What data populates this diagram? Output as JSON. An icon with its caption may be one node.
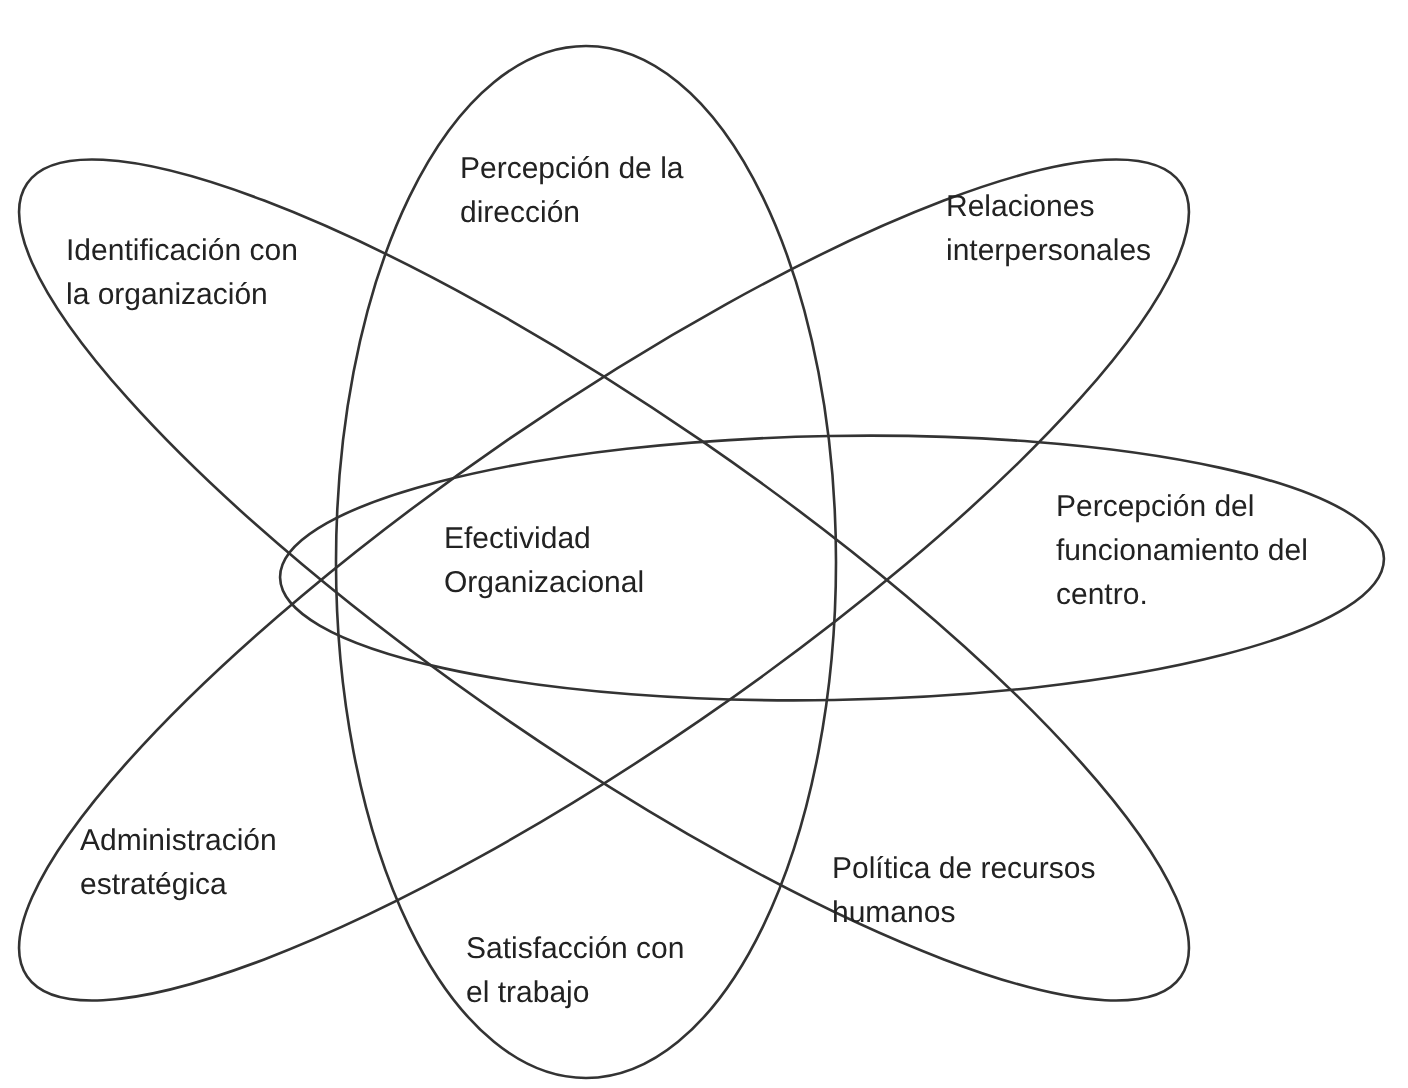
{
  "diagram": {
    "nodes": [
      {
        "text": [
          "Identificación con la organización",
          "Política de recursos humanos"
        ]
      },
      {
        "text": [
          "Percepción de la dirección",
          "Satisfacción con el trabajo"
        ]
      },
      {
        "text": [
          "Relaciones interpersonales",
          "Administración estratégica"
        ]
      },
      {
        "text": [
          "Percepción del funcionamiento del centro."
        ]
      }
    ],
    "labels": [
      "Efectividad Organizacional"
    ]
  }
}
